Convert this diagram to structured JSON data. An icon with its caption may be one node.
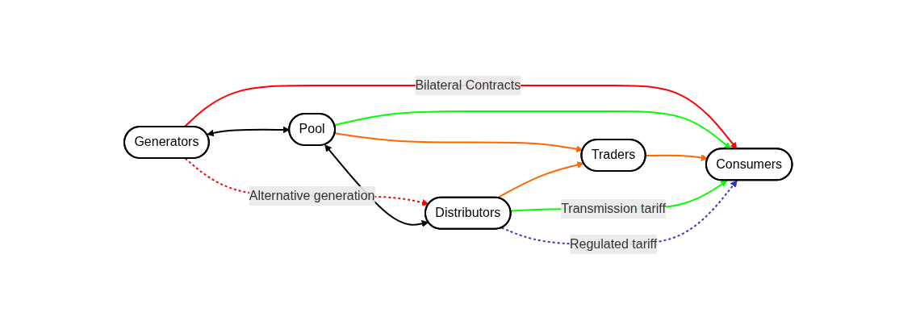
{
  "diagram": {
    "nodes": [
      {
        "text": [
          "Generators"
        ]
      },
      {
        "text": [
          "Pool"
        ]
      },
      {
        "text": [
          "Distributors"
        ]
      },
      {
        "text": [
          "Traders"
        ]
      },
      {
        "text": [
          "Consumers"
        ]
      }
    ],
    "edges": [
      {
        "from": 0,
        "to": 2,
        "arrow": "to",
        "label": "Alternative generation",
        "style": "dashed",
        "color": "#ff0000"
      },
      {
        "from": 0,
        "to": 1,
        "arrow": "both",
        "color": "#000000"
      },
      {
        "from": 1,
        "to": 2,
        "arrow": "both",
        "color": "#000000"
      },
      {
        "from": 0,
        "to": 4,
        "arrow": "to",
        "label": "Bilateral Contracts",
        "color": "#ff0000"
      },
      {
        "from": 1,
        "to": 4,
        "arrow": "to",
        "color": "#00ff00"
      },
      {
        "from": 1,
        "to": 3,
        "arrow": "to",
        "color": "#ff6600"
      },
      {
        "from": 2,
        "to": 3,
        "arrow": "to",
        "color": "#ff6600"
      },
      {
        "from": 3,
        "to": 4,
        "arrow": "to",
        "color": "#ff6600"
      },
      {
        "from": 2,
        "to": 4,
        "arrow": "to",
        "label": "Transmission tariff",
        "color": "#00ff00"
      },
      {
        "from": 2,
        "to": 4,
        "arrow": "to",
        "label": "Regulated tariff",
        "style": "dashed",
        "color": "#3333cc"
      }
    ]
  }
}
